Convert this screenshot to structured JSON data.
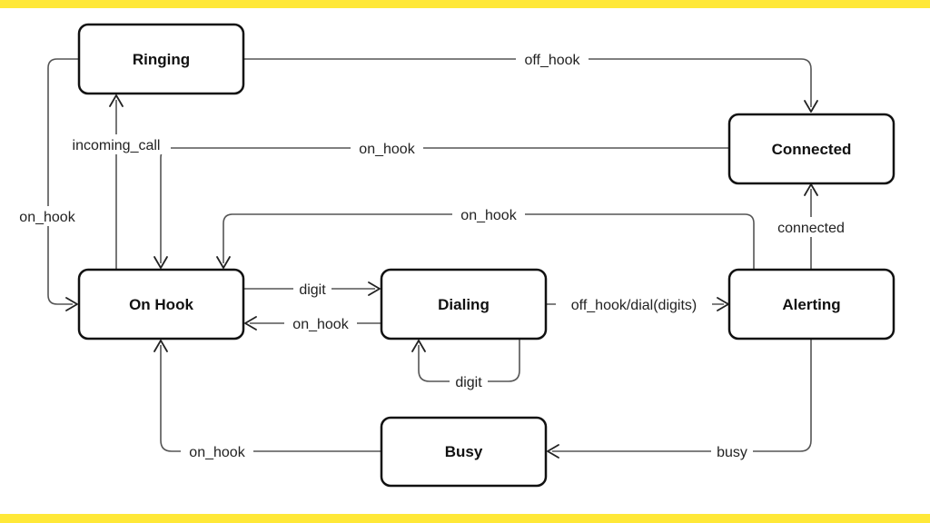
{
  "colors": {
    "accent_band": "#FFE838",
    "state_border": "#111111",
    "edge": "#555555",
    "arrow": "#222222"
  },
  "states": {
    "ringing": "Ringing",
    "connected": "Connected",
    "on_hook": "On Hook",
    "dialing": "Dialing",
    "alerting": "Alerting",
    "busy": "Busy"
  },
  "transitions": {
    "ringing_to_connected": "off_hook",
    "connected_to_onhook": "on_hook",
    "ringing_to_onhook": "on_hook",
    "onhook_to_ringing": "incoming_call",
    "alerting_to_onhook": "on_hook",
    "alerting_to_connected": "connected",
    "onhook_to_dialing": "digit",
    "dialing_to_onhook": "on_hook",
    "dialing_self": "digit",
    "dialing_to_alerting": "off_hook/dial(digits)",
    "alerting_to_busy": "busy",
    "busy_to_onhook": "on_hook"
  }
}
